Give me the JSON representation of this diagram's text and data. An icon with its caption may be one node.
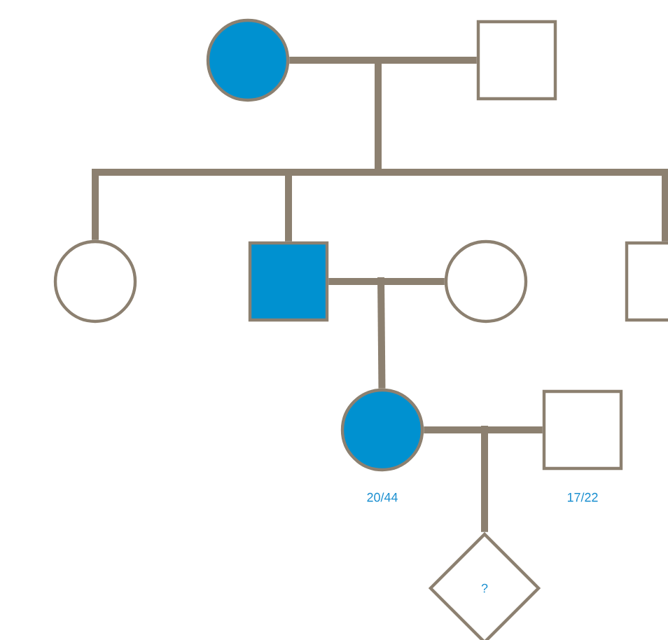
{
  "diagram": {
    "nodes": [
      {
        "text": [],
        "shape": "circle"
      },
      {
        "text": [],
        "shape": "box"
      },
      {
        "text": [],
        "shape": "circle"
      },
      {
        "text": [],
        "shape": "box"
      },
      {
        "text": [],
        "shape": "circle"
      },
      {
        "text": [],
        "shape": "box"
      },
      {
        "text": [],
        "shape": "circle",
        "beside": [
          "20/44"
        ]
      },
      {
        "text": [],
        "shape": "box",
        "beside": [
          "17/22"
        ]
      },
      {
        "text": [
          "?"
        ]
      }
    ],
    "edges": [
      {
        "from": 0,
        "to": 1,
        "arrow": "none"
      },
      {
        "from": 0,
        "to": 2,
        "arrow": "none"
      },
      {
        "from": 0,
        "to": 3,
        "arrow": "none"
      },
      {
        "from": 0,
        "to": 5,
        "arrow": "none"
      },
      {
        "from": 1,
        "to": 2,
        "arrow": "none"
      },
      {
        "from": 1,
        "to": 3,
        "arrow": "none"
      },
      {
        "from": 1,
        "to": 5,
        "arrow": "none"
      },
      {
        "from": 3,
        "to": 4,
        "arrow": "none"
      },
      {
        "from": 3,
        "to": 6,
        "arrow": "none"
      },
      {
        "from": 4,
        "to": 6,
        "arrow": "none"
      },
      {
        "from": 6,
        "to": 7,
        "arrow": "none"
      },
      {
        "from": 6,
        "to": 8,
        "arrow": "none"
      },
      {
        "from": 7,
        "to": 8,
        "arrow": "none"
      }
    ]
  }
}
